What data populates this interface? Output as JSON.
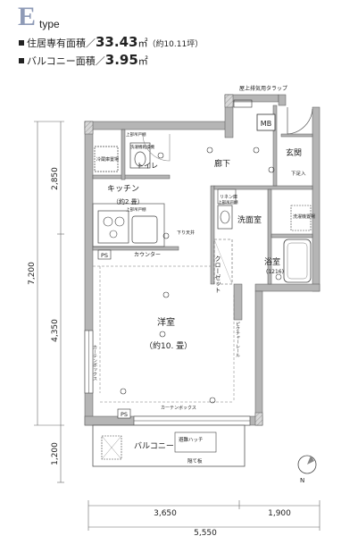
{
  "header": {
    "type_letter": "E",
    "type_word": "type",
    "living_area_label": "住居専有面積／",
    "living_area_value": "33.43",
    "living_area_unit": "㎡",
    "living_area_tsubo": "（約10.11坪）",
    "balcony_area_label": "バルコニー面積／",
    "balcony_area_value": "3.95",
    "balcony_area_unit": "㎡"
  },
  "rooms": {
    "kitchen": "キッチン",
    "kitchen_size": "（約2 畳）",
    "western": "洋室",
    "western_size": "（約10. 畳）",
    "toilet": "トイレ",
    "hallway": "廊下",
    "entrance": "玄関",
    "washroom": "洗面室",
    "bath": "浴室",
    "bath_size": "(1216)",
    "closet": "クローゼット",
    "balcony": "バルコニー"
  },
  "labels": {
    "roof_hatch": "屋上排気用タラップ",
    "mb": "MB",
    "ps_top": "PS",
    "ps_bottom": "PS",
    "counter": "カウンター",
    "upper_shelf_1": "上部吊戸棚",
    "upper_shelf_2": "上部吊戸棚",
    "upper_shelf_3": "上部吊戸棚",
    "washer_dryer": "洗濯機乾燥機",
    "washer_place": "洗濯機置場",
    "fridge": "冷蔵庫置場",
    "linen": "リネン庫",
    "shoe_box": "下足入",
    "curtain_box_v": "カーテンボックス",
    "curtain_box_h": "カーテンボックス",
    "picture_rail": "ピクチャーレール",
    "ceiling": "下り天井",
    "emergency_hatch": "避難ハッチ",
    "partition": "隔て板",
    "compass": "N"
  },
  "dimensions": {
    "left_top": "2,850",
    "left_mid": "4,350",
    "left_total": "7,200",
    "left_bottom": "1,200",
    "bottom_left": "3,650",
    "bottom_right": "1,900",
    "bottom_total": "5,550"
  }
}
